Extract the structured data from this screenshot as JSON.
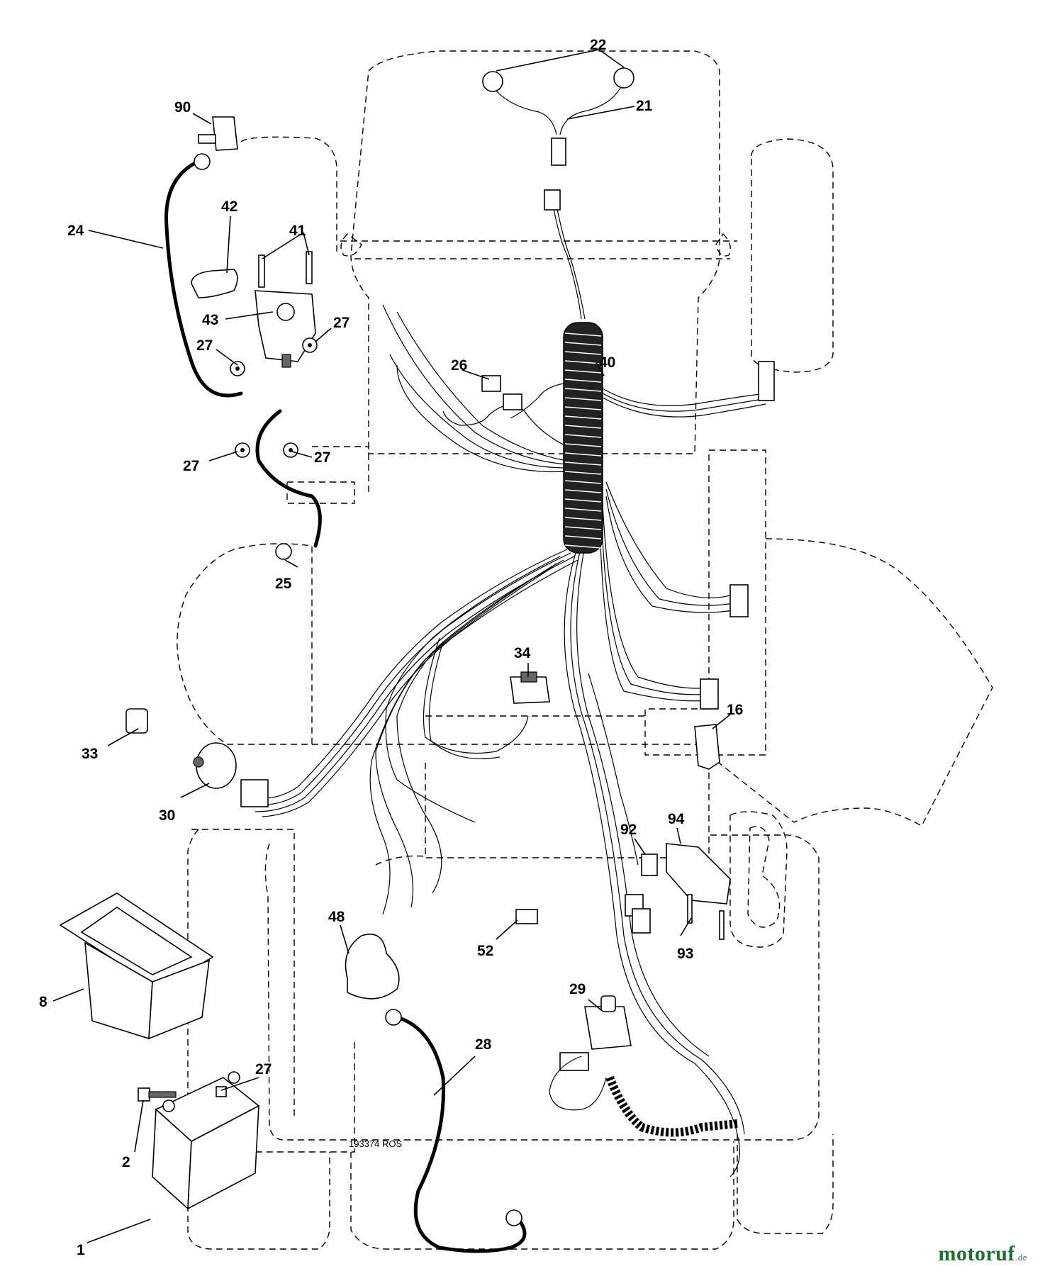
{
  "diagram": {
    "drawing_number": "193374 ROS",
    "watermark": {
      "name": "motoruf",
      "suffix": ".de"
    },
    "callouts": {
      "c1": "1",
      "c2": "2",
      "c8": "8",
      "c16": "16",
      "c21": "21",
      "c22": "22",
      "c24": "24",
      "c25": "25",
      "c26": "26",
      "c27a": "27",
      "c27b": "27",
      "c27c": "27",
      "c27d": "27",
      "c27e": "27",
      "c28": "28",
      "c29": "29",
      "c30": "30",
      "c33": "33",
      "c34": "34",
      "c40": "40",
      "c41": "41",
      "c42": "42",
      "c43": "43",
      "c48": "48",
      "c52": "52",
      "c90": "90",
      "c92": "92",
      "c93": "93",
      "c94": "94"
    }
  }
}
